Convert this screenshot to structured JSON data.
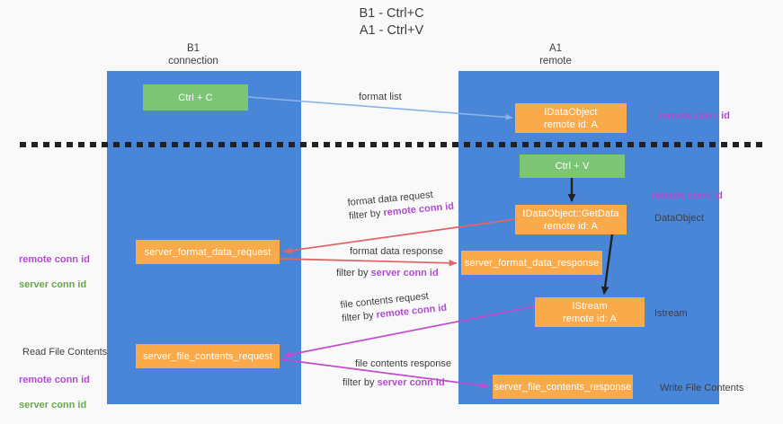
{
  "title": "B1 - Ctrl+C\nA1 - Ctrl+V",
  "columns": {
    "left": {
      "name": "B1",
      "subtitle": "connection",
      "label": "B1\nconnection"
    },
    "right": {
      "name": "A1",
      "subtitle": "remote",
      "label": "A1\nremote"
    }
  },
  "colors": {
    "lane": "#4a86d8",
    "node_green": "#7cc576",
    "node_orange": "#f9aa4b",
    "remote_conn_id": "#b24ccf",
    "server_conn_id": "#6aa84f",
    "arrow_format_list": "#8ab4e8",
    "arrow_format_data": "#e06666",
    "arrow_file_contents": "#c44ad0",
    "arrow_black": "#202124",
    "separator": "#222222",
    "background": "#f9f9fa"
  },
  "nodes": {
    "ctrl_c": {
      "label": "Ctrl + C",
      "kind": "green",
      "lane": "left"
    },
    "idataobject": {
      "line1": "IDataObject",
      "line2": "remote id: A",
      "kind": "orange",
      "lane": "right"
    },
    "ctrl_v": {
      "label": "Ctrl + V",
      "kind": "green",
      "lane": "right"
    },
    "getdata": {
      "line1": "IDataObject::GetData",
      "line2": "remote id: A",
      "kind": "orange",
      "lane": "right"
    },
    "server_format_data_request": {
      "label": "server_format_data_request",
      "kind": "orange",
      "lane": "left"
    },
    "server_format_data_response": {
      "label": "server_format_data_response",
      "kind": "orange",
      "lane": "right"
    },
    "istream": {
      "line1": "IStream",
      "line2": "remote id: A",
      "kind": "orange",
      "lane": "right"
    },
    "server_file_contents_request": {
      "label": "server_file_contents_request",
      "kind": "orange",
      "lane": "left"
    },
    "server_file_contents_response": {
      "label": "server_file_contents_response",
      "kind": "orange",
      "lane": "right"
    }
  },
  "edges": {
    "format_list": {
      "label": "format list"
    },
    "format_data_request": {
      "line1": "format data request",
      "prefix": "filter by ",
      "highlight": "remote conn id"
    },
    "format_data_response": {
      "line1": "format data response",
      "prefix": "filter by ",
      "highlight": "server conn id"
    },
    "file_contents_request": {
      "line1": "file contents request",
      "prefix": "filter by ",
      "highlight": "remote conn id"
    },
    "file_contents_response": {
      "line1": "file contents response",
      "prefix": "filter by ",
      "highlight": "server conn id"
    }
  },
  "annotations": {
    "right": {
      "remote_conn_id_top": "remote conn id",
      "remote_conn_id_mid": "remote conn id",
      "dataobject": "DataObject",
      "istream": "Istream",
      "write_file_contents": "Write File Contents"
    },
    "left": {
      "remote_conn_id_1": "remote conn id",
      "server_conn_id_1": "server conn id",
      "read_file_contents": "Read File Contents",
      "remote_conn_id_2": "remote conn id",
      "server_conn_id_2": "server conn id"
    }
  }
}
